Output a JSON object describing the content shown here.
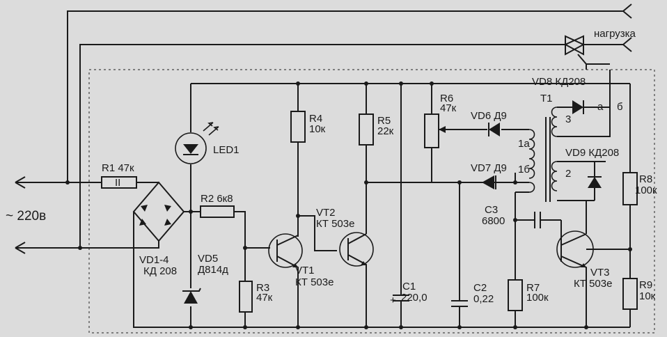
{
  "mains_label": "~ 220в",
  "load_label": "нагрузка",
  "components": {
    "r1": "R1 47к",
    "r2": "R2 6к8",
    "r3_name": "R3",
    "r3_value": "47к",
    "r4_name": "R4",
    "r4_value": "10к",
    "r5_name": "R5",
    "r5_value": "22к",
    "r6_name": "R6",
    "r6_value": "47к",
    "r7_name": "R7",
    "r7_value": "100к",
    "r8_name": "R8",
    "r8_value": "100к",
    "r9_name": "R9",
    "r9_value": "10к",
    "led1": "LED1",
    "vd14_name": "VD1-4",
    "vd14_value": "КД 208",
    "vd5_name": "VD5",
    "vd5_value": "Д814д",
    "vd6": "VD6 Д9",
    "vd7": "VD7 Д9",
    "vd8": "VD8 КД208",
    "vd9": "VD9 КД208",
    "vt1_name": "VT1",
    "vt1_value": "КТ 503е",
    "vt2_name": "VT2",
    "vt2_value": "КТ 503е",
    "vt3_name": "VT3",
    "vt3_value": "КТ 503е",
    "c1_name": "C1",
    "c1_value": "220,0",
    "c1_polarity": "+",
    "c2_name": "C2",
    "c2_value": "0,22",
    "c3_name": "C3",
    "c3_value": "6800",
    "t1": "T1",
    "winding_1a": "1а",
    "winding_1b": "1б",
    "winding_2": "2",
    "winding_3": "3",
    "tap_a": "а",
    "tap_b": "б",
    "r1_marker": "II"
  }
}
